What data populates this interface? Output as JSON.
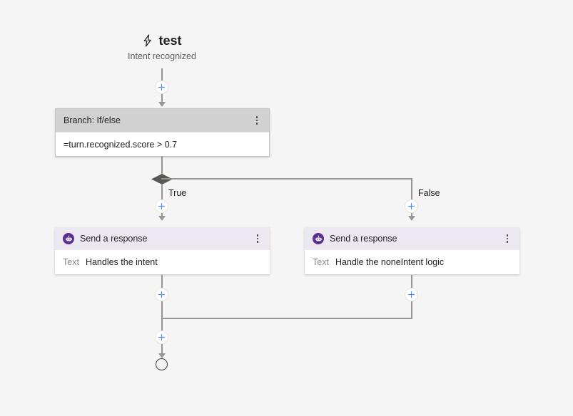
{
  "canvas": {
    "background": "#f5f5f5",
    "accent_purple": "#5c2e91",
    "plus_blue": "#4f8ef7",
    "line_color": "#979593"
  },
  "trigger": {
    "icon": "lightning-bolt-icon",
    "title": "test",
    "subtitle": "Intent recognized"
  },
  "branch_node": {
    "header_label": "Branch: If/else",
    "condition": "=turn.recognized.score > 0.7",
    "menu_icon": "kebab-menu-icon"
  },
  "branches": [
    {
      "label": "True"
    },
    {
      "label": "False"
    }
  ],
  "true_node": {
    "icon": "bot-icon",
    "header_label": "Send a response",
    "field_label": "Text",
    "field_value": "Handles the intent",
    "menu_icon": "kebab-menu-icon"
  },
  "false_node": {
    "icon": "bot-icon",
    "header_label": "Send a response",
    "field_label": "Text",
    "field_value": "Handle the noneIntent logic",
    "menu_icon": "kebab-menu-icon"
  },
  "add_buttons": [
    {
      "name": "add-step-after-trigger"
    },
    {
      "name": "add-step-true-branch-top"
    },
    {
      "name": "add-step-false-branch-top"
    },
    {
      "name": "add-step-true-branch-bottom"
    },
    {
      "name": "add-step-false-branch-bottom"
    },
    {
      "name": "add-step-before-end"
    }
  ],
  "end_node": {
    "name": "flow-end-node"
  }
}
